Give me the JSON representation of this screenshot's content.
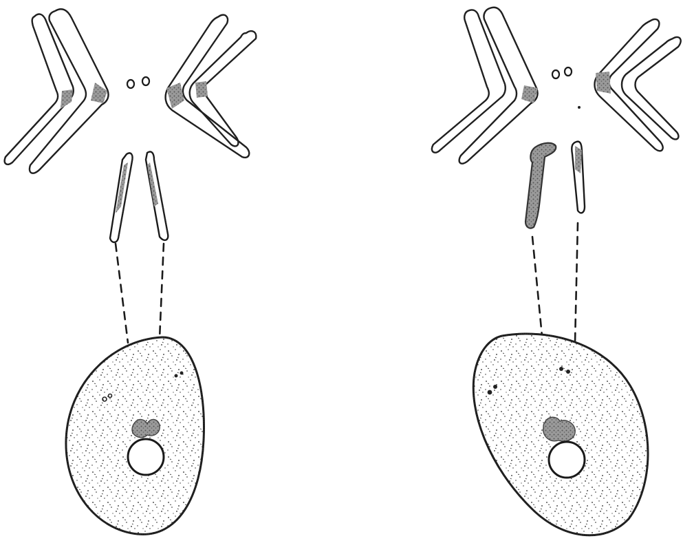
{
  "figure": {
    "panels": [
      {
        "id": "left",
        "description_side": "left"
      },
      {
        "id": "right",
        "description_side": "right"
      }
    ],
    "colors": {
      "ink": "#1a1a1a",
      "stain": "#8a8a8a",
      "background": "#ffffff"
    }
  }
}
